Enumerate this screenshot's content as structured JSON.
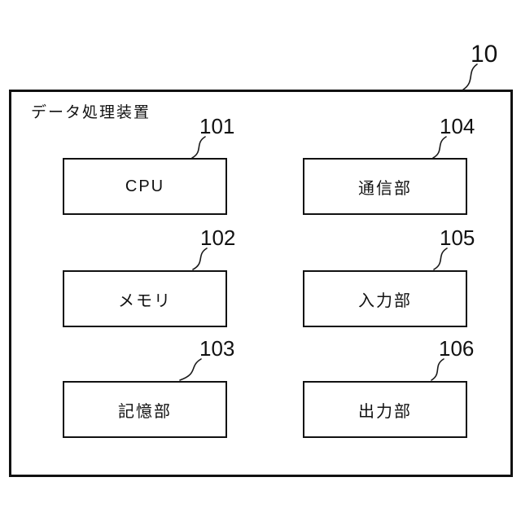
{
  "figure": {
    "device": {
      "title": "データ処理装置",
      "ref": "10"
    },
    "components": [
      {
        "ref": "101",
        "label": "CPU"
      },
      {
        "ref": "102",
        "label": "メモリ"
      },
      {
        "ref": "103",
        "label": "記憶部"
      },
      {
        "ref": "104",
        "label": "通信部"
      },
      {
        "ref": "105",
        "label": "入力部"
      },
      {
        "ref": "106",
        "label": "出力部"
      }
    ],
    "colors": {
      "line": "#1a1a1a",
      "background": "#ffffff",
      "text": "#111111"
    }
  }
}
